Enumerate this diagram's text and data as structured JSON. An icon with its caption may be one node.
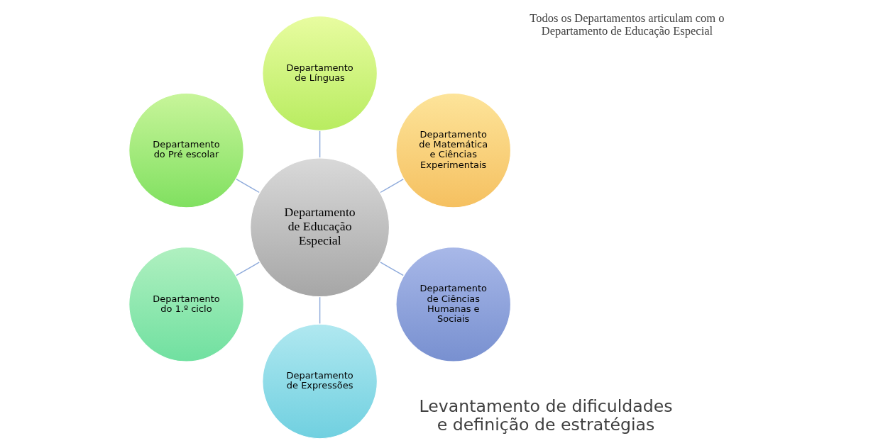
{
  "diagram": {
    "nodes": [
      {
        "text": [
          "Departamento de Educação Especial"
        ]
      },
      {
        "text": [
          "Departamento de Matemática e Ciências Experimentais"
        ]
      },
      {
        "text": [
          "Departamento de Línguas"
        ]
      },
      {
        "text": [
          "Departamento do Pré escolar"
        ]
      },
      {
        "text": [
          "Departamento do 1.º ciclo"
        ]
      },
      {
        "text": [
          "Departamento de Expressões"
        ]
      },
      {
        "text": [
          "Departamento de Ciências Humanas e Sociais"
        ]
      }
    ],
    "edges": [
      {
        "from": 0,
        "to": 1,
        "arrow": "none"
      },
      {
        "from": 0,
        "to": 2,
        "arrow": "none"
      },
      {
        "from": 0,
        "to": 3,
        "arrow": "none"
      },
      {
        "from": 0,
        "to": 4,
        "arrow": "none"
      },
      {
        "from": 0,
        "to": 5,
        "arrow": "none"
      },
      {
        "from": 0,
        "to": 6,
        "arrow": "none"
      }
    ],
    "labels": [
      "Todos os Departamentos articulam com o Departamento de Educação Especial",
      "Levantamento de dificuldades e definição de estratégias"
    ]
  }
}
